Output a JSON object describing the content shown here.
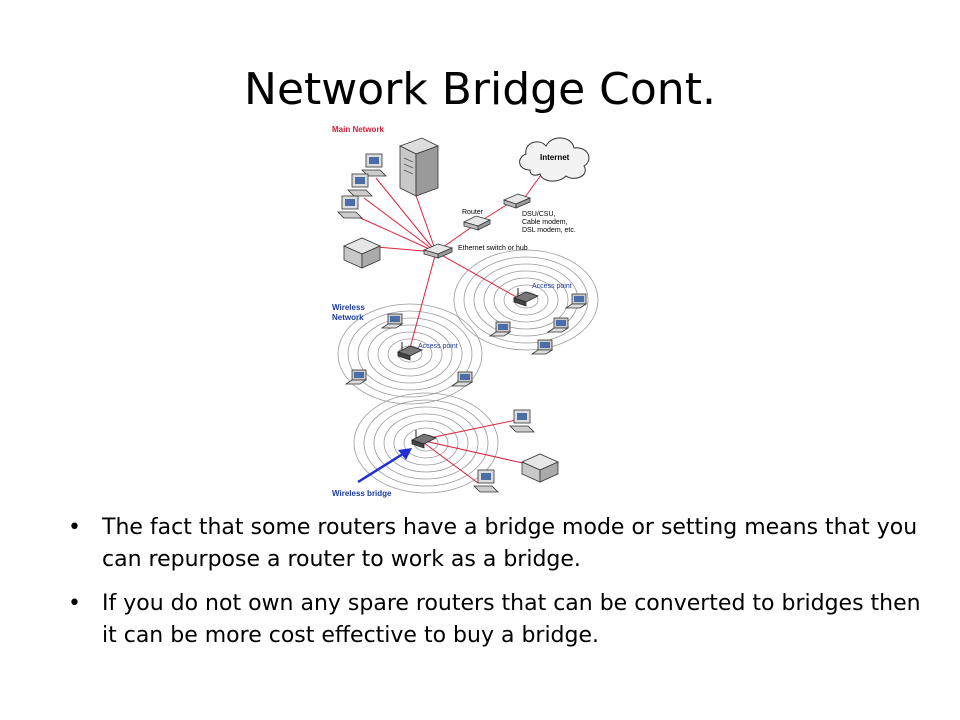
{
  "slide": {
    "title": "Network Bridge Cont.",
    "bullets": [
      "The fact that some routers have a bridge mode or setting means that you can repurpose a router to work as a bridge.",
      "If you do not own any spare routers that can be converted to bridges then it can be more cost effective to buy a bridge."
    ]
  },
  "diagram": {
    "labels": {
      "main_network": "Main Network",
      "internet": "Internet",
      "router": "Router",
      "dsu": "DSU/CSU,",
      "dsu2": "Cable modem,",
      "dsu3": "DSL modem, etc.",
      "switch": "Ethernet switch or hub",
      "access_point_1": "Access point",
      "access_point_2": "Access point",
      "wireless_network_1": "Wireless",
      "wireless_network_2": "Network",
      "wireless_bridge": "Wireless bridge"
    },
    "colors": {
      "cable": "#e0203a",
      "section_label": "#d0203a",
      "wireless_label": "#1a3aa0",
      "arrow": "#2030d0",
      "ring": "#9a9a9a"
    }
  }
}
